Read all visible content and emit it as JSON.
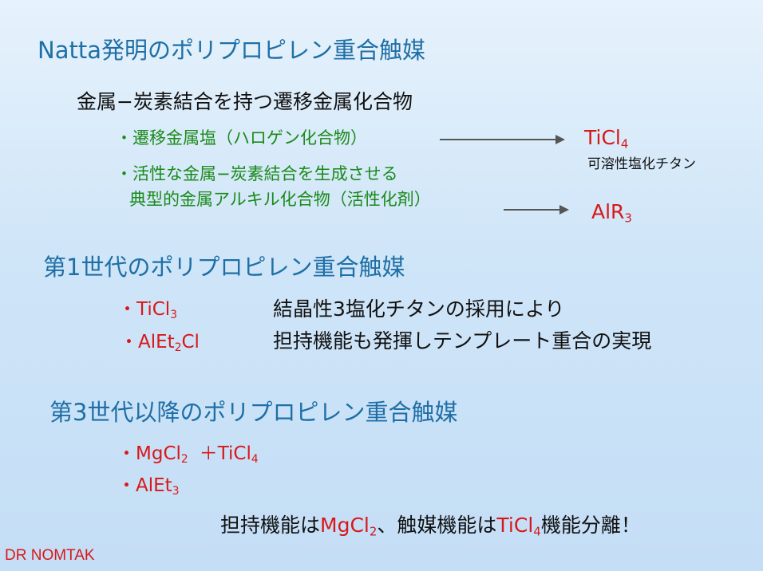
{
  "section1": {
    "title": "Natta発明のポリプロピレン重合触媒",
    "subtitle": "金属−炭素結合を持つ遷移金属化合物",
    "item1": "・遷移金属塩（ハロゲン化合物）",
    "item2_line1": "・活性な金属−炭素結合を生成させる",
    "item2_line2": "典型的金属アルキル化合物（活性化剤）",
    "result1_base": "TiCl",
    "result1_sub": "4",
    "result1_note": "可溶性塩化チタン",
    "result2_base": "AlR",
    "result2_sub": "3"
  },
  "section2": {
    "title": "第1世代のポリプロピレン重合触媒",
    "item1_base": "・TiCl",
    "item1_sub": "3",
    "item2_pre": "・AlEt",
    "item2_sub": "2",
    "item2_post": "Cl",
    "desc1": "結晶性3塩化チタンの採用により",
    "desc2": "担持機能も発揮しテンプレート重合の実現"
  },
  "section3": {
    "title": "第3世代以降のポリプロピレン重合触媒",
    "item1_base": "・MgCl",
    "item1_sub": "2",
    "item1_plus_base": "＋TiCl",
    "item1_plus_sub": "4",
    "item2_base": "・AlEt",
    "item2_sub": "3",
    "summary_1": "担持機能は",
    "summary_mg": "MgCl",
    "summary_mg_sub": "2",
    "summary_2": "、触媒機能は",
    "summary_ti": "TiCl",
    "summary_ti_sub": "4",
    "summary_3": "機能分離！"
  },
  "credit": "DR NOMTAK"
}
